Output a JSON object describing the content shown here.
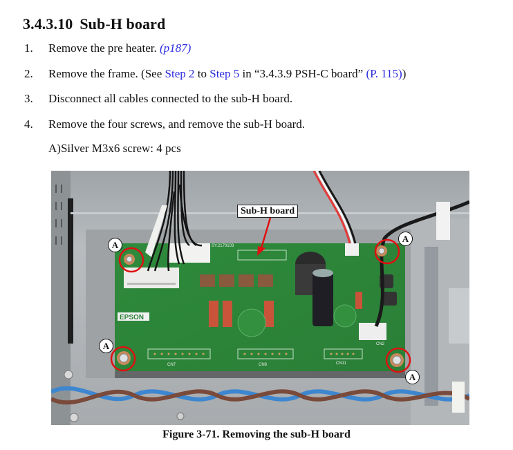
{
  "section": {
    "number": "3.4.3.10",
    "title": "Sub-H board"
  },
  "steps": [
    {
      "n": "1.",
      "text": "Remove the pre heater. ",
      "link": "(p187)"
    },
    {
      "n": "2.",
      "text_a": "Remove the frame. (See ",
      "link_a": "Step 2",
      "text_b": " to ",
      "link_b": "Step 5",
      "text_c": " in “3.4.3.9 PSH-C board” ",
      "link_c": "(P. 115)",
      "text_d": ")"
    },
    {
      "n": "3.",
      "text": "Disconnect all cables connected to the sub-H board."
    },
    {
      "n": "4.",
      "text": "Remove the four screws, and remove the sub-H board."
    }
  ],
  "sub_note": "A)Silver M3x6 screw: 4 pcs",
  "figure": {
    "label": "Sub-H board",
    "callout": "A",
    "board_texts": {
      "brand": "EPSON",
      "cn7": "CN7",
      "cn8": "CN8",
      "cn11": "CN11",
      "cn2": "CN2",
      "serial": "SY.2170103"
    },
    "caption": "Figure 3-71.  Removing the sub-H board"
  },
  "colors": {
    "link": "#2a2ae0",
    "callout_ring": "#e01010",
    "arrow": "#e01010",
    "pcb": "#2f8a3a"
  }
}
